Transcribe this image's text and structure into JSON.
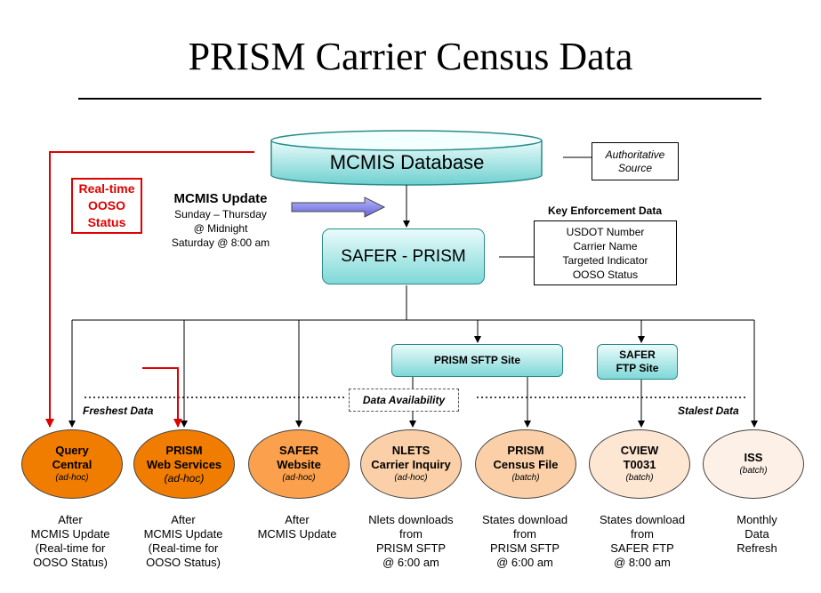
{
  "title": "PRISM Carrier Census Data",
  "mcmis_database": "MCMIS Database",
  "authoritative_source": [
    "Authoritative",
    "Source"
  ],
  "realtime_ooso": [
    "Real-time",
    "OOSO",
    "Status"
  ],
  "mcmis_update": {
    "heading": "MCMIS Update",
    "lines": [
      "Sunday – Thursday",
      "@ Midnight",
      "Saturday @ 8:00 am"
    ]
  },
  "safer_prism": "SAFER - PRISM",
  "key_enforcement": {
    "title": "Key Enforcement Data",
    "items": [
      "USDOT Number",
      "Carrier Name",
      "Targeted Indicator",
      "OOSO Status"
    ]
  },
  "prism_sftp_site": "PRISM SFTP Site",
  "safer_ftp_site": [
    "SAFER",
    "FTP Site"
  ],
  "freshest_data": "Freshest Data",
  "stalest_data": "Stalest Data",
  "data_availability": "Data Availability",
  "colors": {
    "red": "#e00000",
    "teal": "#7fd8d8",
    "orange_dark": "#f07c00",
    "orange_mid": "#fba04c",
    "orange_light": "#fbd0a8",
    "orange_pale": "#fde6d2",
    "orange_paler": "#fdf1e7"
  },
  "outputs": [
    {
      "name": [
        "Query",
        "Central"
      ],
      "mode": "(ad-hoc)",
      "caption": [
        "After",
        "MCMIS Update",
        "(Real-time for",
        "OOSO Status)"
      ]
    },
    {
      "name": [
        "PRISM",
        "Web Services"
      ],
      "mode": "(ad-hoc)",
      "caption": [
        "After",
        "MCMIS Update",
        "(Real-time for",
        "OOSO Status)"
      ]
    },
    {
      "name": [
        "SAFER",
        "Website"
      ],
      "mode": "(ad-hoc)",
      "caption": [
        "After",
        "MCMIS Update"
      ]
    },
    {
      "name": [
        "NLETS",
        "Carrier Inquiry"
      ],
      "mode": "(ad-hoc)",
      "caption": [
        "Nlets downloads",
        "from",
        "PRISM SFTP",
        "@ 6:00 am"
      ]
    },
    {
      "name": [
        "PRISM",
        "Census File"
      ],
      "mode": "(batch)",
      "caption": [
        "States download",
        "from",
        "PRISM SFTP",
        "@ 6:00 am"
      ]
    },
    {
      "name": [
        "CVIEW",
        "T0031"
      ],
      "mode": "(batch)",
      "caption": [
        "States download",
        "from",
        "SAFER FTP",
        "@ 8:00 am"
      ]
    },
    {
      "name": [
        "ISS"
      ],
      "mode": "(batch)",
      "caption": [
        "Monthly",
        "Data",
        "Refresh"
      ]
    }
  ]
}
